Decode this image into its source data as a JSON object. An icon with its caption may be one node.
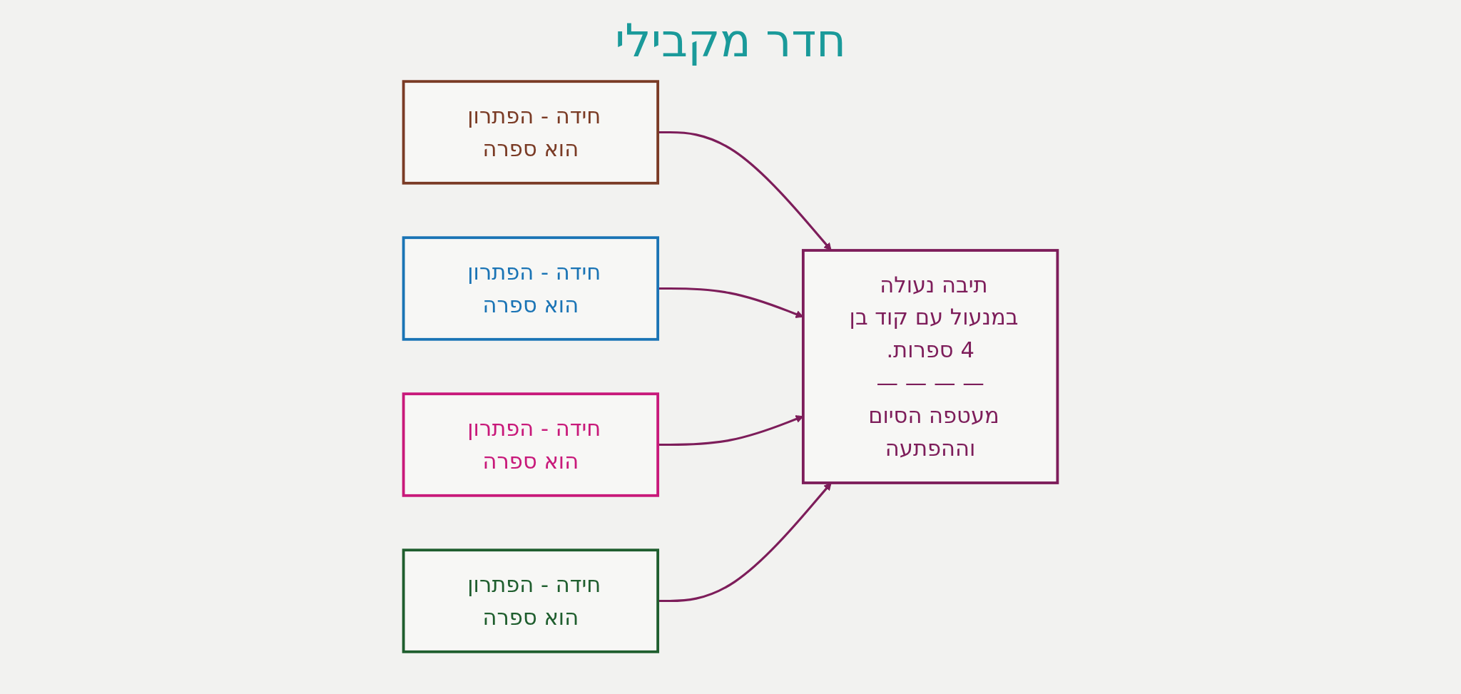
{
  "diagram": {
    "title": "חדר מקבילי",
    "nodes": [
      {
        "text": [
          "חידה - הפתרון הוא ספרה"
        ]
      },
      {
        "text": [
          "חידה - הפתרון הוא ספרה"
        ]
      },
      {
        "text": [
          "תיבה נעולה במנעול עם קוד בן 4 ספרות.",
          "— — — —",
          "מעטפה הסיום וההפתעה"
        ]
      },
      {
        "text": [
          "חידה - הפתרון הוא ספרה"
        ]
      },
      {
        "text": [
          "חידה - הפתרון הוא ספרה"
        ]
      }
    ],
    "edges": [
      {
        "from": 0,
        "to": 2,
        "arrow": "to"
      },
      {
        "from": 1,
        "to": 2,
        "arrow": "to"
      },
      {
        "from": 3,
        "to": 2,
        "arrow": "to"
      },
      {
        "from": 4,
        "to": 2,
        "arrow": "to"
      }
    ]
  }
}
